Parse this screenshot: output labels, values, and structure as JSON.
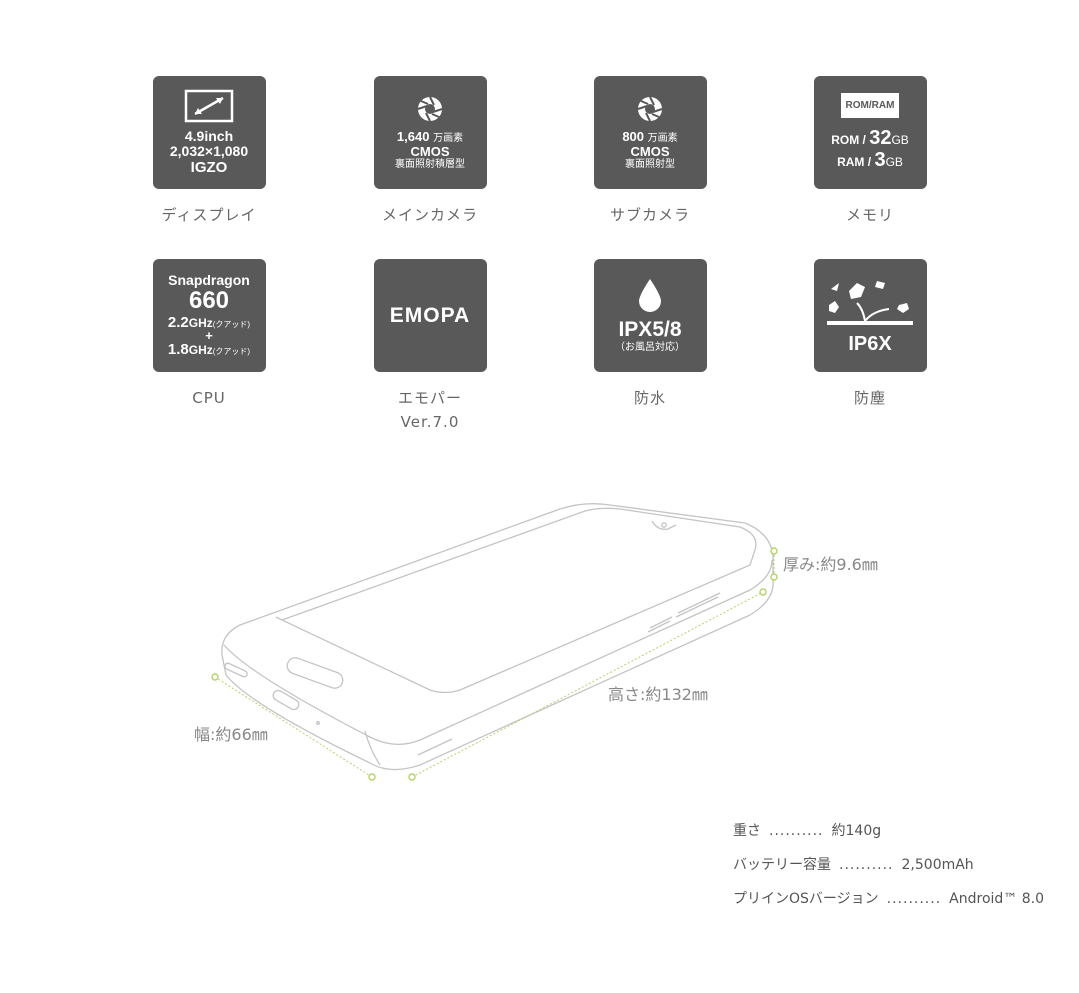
{
  "features": [
    {
      "id": "display",
      "icon": "display-diagonal-icon",
      "lines": [
        "4.9inch",
        "2,032×1,080",
        "IGZO"
      ],
      "caption": "ディスプレイ"
    },
    {
      "id": "main-camera",
      "icon": "camera-aperture-icon",
      "lines": [
        "1,640",
        "万画素",
        "CMOS",
        "裏面照射積層型"
      ],
      "caption": "メインカメラ"
    },
    {
      "id": "sub-camera",
      "icon": "camera-aperture-icon",
      "lines": [
        "800",
        "万画素",
        "CMOS",
        "裏面照射型"
      ],
      "caption": "サブカメラ"
    },
    {
      "id": "memory",
      "icon": "memory-chip-icon",
      "chip_label": "ROM/RAM",
      "lines": [
        "ROM / ",
        "32",
        "GB",
        "RAM / ",
        "3",
        "GB"
      ],
      "caption": "メモリ"
    },
    {
      "id": "cpu",
      "icon": "",
      "lines": [
        "Snapdragon",
        "660",
        "2.2",
        "GHz",
        "(クアッド)",
        "+",
        "1.8",
        "GHz",
        "(クアッド)"
      ],
      "caption": "CPU"
    },
    {
      "id": "emopa",
      "icon": "",
      "lines": [
        "EMOPA"
      ],
      "caption": "エモパー",
      "caption2": "Ver.7.0"
    },
    {
      "id": "waterproof",
      "icon": "water-drop-icon",
      "lines": [
        "IPX5/8",
        "（お風呂対応）"
      ],
      "caption": "防水"
    },
    {
      "id": "dustproof",
      "icon": "dust-particles-icon",
      "lines": [
        "IP6X"
      ],
      "caption": "防塵"
    }
  ],
  "dimensions": {
    "thickness": "厚み:約9.6㎜",
    "height": "高さ:約132㎜",
    "width": "幅:約66㎜",
    "accent_color": "#b5d16a"
  },
  "specs": [
    {
      "label": "重さ",
      "dots": "..........",
      "value": "約140g"
    },
    {
      "label": "バッテリー容量",
      "dots": "..........",
      "value": "2,500mAh"
    },
    {
      "label": "プリインOSバージョン",
      "dots": "..........",
      "value": "Android™ 8.0"
    }
  ],
  "colors": {
    "tile_bg": "#595959",
    "text": "#666666",
    "line": "#bdbdbd"
  }
}
